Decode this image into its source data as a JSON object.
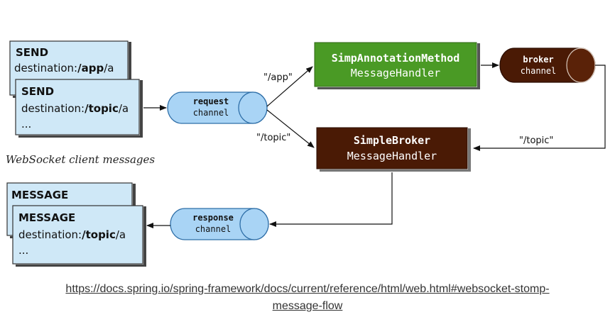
{
  "client_send": {
    "back_title": "SEND",
    "back_dest_prefix": "destination:",
    "back_dest_bold": "/app",
    "back_dest_suffix": "/a",
    "front_title": "SEND",
    "front_dest_prefix": "destination:",
    "front_dest_bold": "/topic",
    "front_dest_suffix": "/a",
    "front_more": "..."
  },
  "client_label": "WebSocket client messages",
  "client_message": {
    "back_title": "MESSAGE",
    "front_title": "MESSAGE",
    "front_dest_prefix": "destination:",
    "front_dest_bold": "/topic",
    "front_dest_suffix": "/a",
    "front_more": "..."
  },
  "request_channel": {
    "line1": "request",
    "line2": "channel"
  },
  "response_channel": {
    "line1": "response",
    "line2": "channel"
  },
  "broker_channel": {
    "line1": "broker",
    "line2": "channel"
  },
  "annotation_handler": {
    "line1": "SimpAnnotationMethod",
    "line2": "MessageHandler"
  },
  "simple_broker": {
    "line1": "SimpleBroker",
    "line2": "MessageHandler"
  },
  "edge_labels": {
    "app": "\"/app\"",
    "topic_in": "\"/topic\"",
    "topic_back": "\"/topic\""
  },
  "caption": {
    "line1": "https://docs.spring.io/spring-framework/docs/current/reference/html/web.html#websocket-stomp-",
    "line2": "message-flow"
  },
  "colors": {
    "client_box": "#cfe8f7",
    "channel_fill": "#a9d4f5",
    "handler_green": "#4a9a25",
    "broker_brown": "#4a1a05"
  }
}
